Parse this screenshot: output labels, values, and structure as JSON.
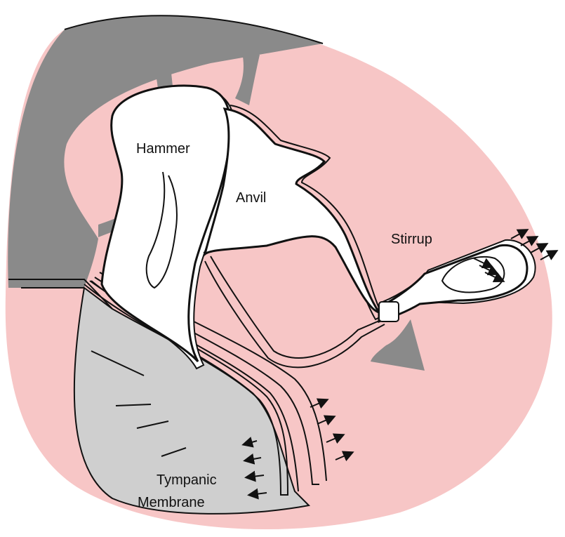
{
  "diagram": {
    "labels": {
      "hammer": "Hammer",
      "anvil": "Anvil",
      "stirrup": "Stirrup",
      "tympanic_line1": "Tympanic",
      "tympanic_line2": "Membrane"
    },
    "colors": {
      "background_region": "#f7c6c6",
      "bone_shadow": "#8a8a8a",
      "ear_canal": "#cfcfcf",
      "ossicle_fill": "#ffffff",
      "outline": "#111111"
    }
  }
}
